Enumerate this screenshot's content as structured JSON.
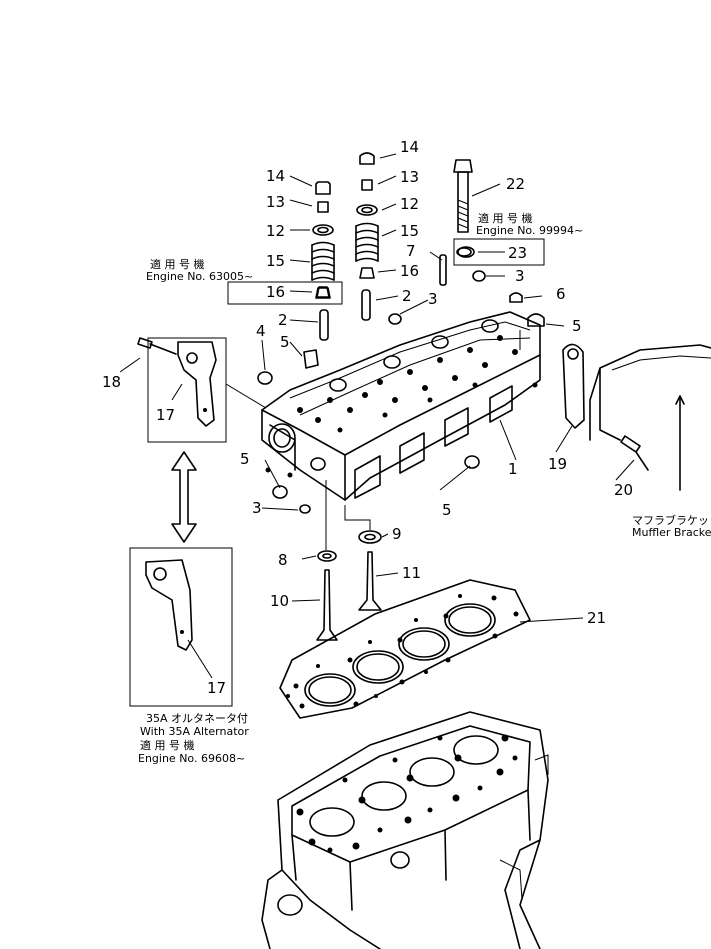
{
  "parts": {
    "p1": "1",
    "p2a": "2",
    "p2b": "2",
    "p3a": "3",
    "p3b": "3",
    "p3c": "3",
    "p4": "4",
    "p5a": "5",
    "p5b": "5",
    "p5c": "5",
    "p5d": "5",
    "p6": "6",
    "p7": "7",
    "p8": "8",
    "p9": "9",
    "p10": "10",
    "p11": "11",
    "p12a": "12",
    "p12b": "12",
    "p13a": "13",
    "p13b": "13",
    "p14a": "14",
    "p14b": "14",
    "p15a": "15",
    "p15b": "15",
    "p16a": "16",
    "p16b": "16",
    "p17a": "17",
    "p17b": "17",
    "p18": "18",
    "p19": "19",
    "p20": "20",
    "p21": "21",
    "p22": "22",
    "p23": "23"
  },
  "notes": {
    "engine63005_jp": "適 用 号 機",
    "engine63005": "Engine No. 63005~",
    "engine99994_jp": "適 用 号 機",
    "engine99994": "Engine No. 99994~",
    "muffler_jp": "マフラブラケット",
    "muffler": "Muffler Bracket",
    "alt_jp": "35A オルタネータ付",
    "alt": "With 35A Alternator",
    "engine69608_jp": "適 用 号 機",
    "engine69608": "Engine No. 69608~"
  }
}
